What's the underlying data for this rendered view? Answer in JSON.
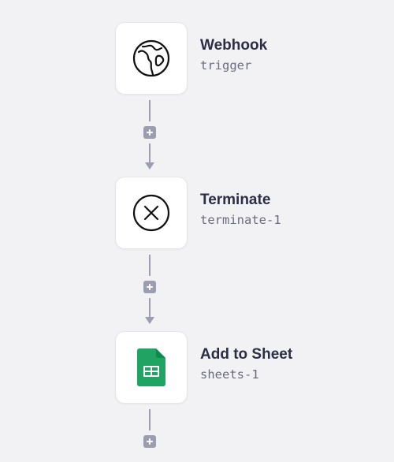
{
  "workflow": {
    "steps": [
      {
        "title": "Webhook",
        "subtitle": "trigger",
        "icon": "globe-icon"
      },
      {
        "title": "Terminate",
        "subtitle": "terminate-1",
        "icon": "close-circle-icon"
      },
      {
        "title": "Add to Sheet",
        "subtitle": "sheets-1",
        "icon": "google-sheets-icon"
      }
    ]
  },
  "colors": {
    "background": "#f2f2f5",
    "connector": "#9d9db0",
    "title": "#2d2d46",
    "subtitle": "#6b6b80",
    "sheets_green": "#1fa463"
  }
}
